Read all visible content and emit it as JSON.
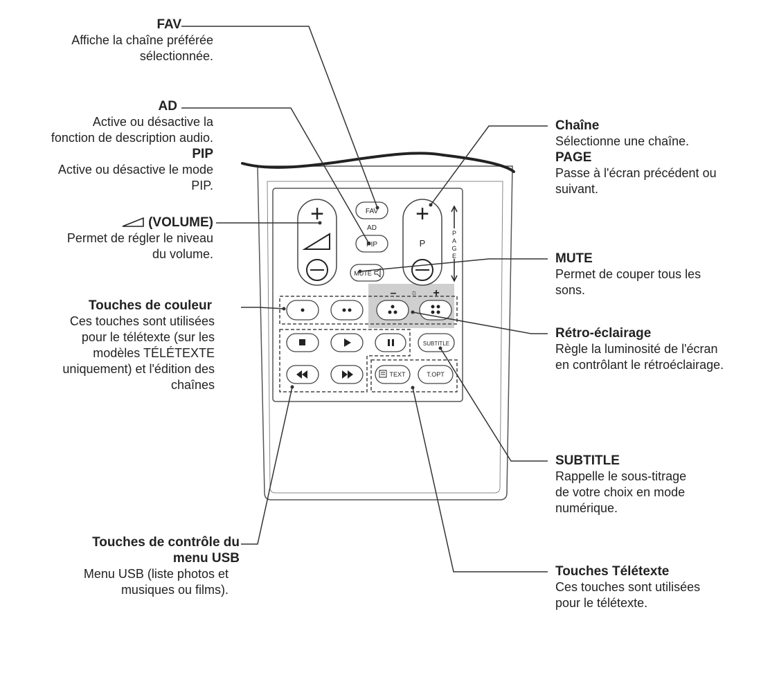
{
  "labels": {
    "fav": {
      "title": "FAV",
      "desc": "Affiche la chaîne préférée\nsélectionnée."
    },
    "ad": {
      "title": "AD",
      "desc": "Active ou désactive la\nfonction de description audio."
    },
    "pip": {
      "title": "PIP",
      "desc": "Active ou désactive le mode\nPIP."
    },
    "volume": {
      "title": "(VOLUME)",
      "desc": "Permet de régler le niveau\ndu volume."
    },
    "color_keys": {
      "title": "Touches de couleur",
      "desc": "Ces touches sont utilisées\npour le télétexte (sur les\nmodèles TÉLÉTEXTE\nuniquement) et l'édition des\nchaînes"
    },
    "usb_keys": {
      "title": "Touches de contrôle du\nmenu USB",
      "desc": "Menu USB (liste photos et\nmusiques ou films)."
    },
    "channel": {
      "title": "Chaîne",
      "desc": "Sélectionne une chaîne."
    },
    "page": {
      "title": "PAGE",
      "desc": "Passe à l'écran précédent ou\nsuivant."
    },
    "mute": {
      "title": "MUTE",
      "desc": "Permet de couper tous les\nsons."
    },
    "backlight": {
      "title": "Rétro-éclairage",
      "desc": "Règle la luminosité de l'écran\nen contrôlant le rétroéclairage."
    },
    "subtitle": {
      "title": "SUBTITLE",
      "desc": "Rappelle le sous-titrage\nde votre choix en mode\nnumérique."
    },
    "teletext_keys": {
      "title": "Touches Télétexte",
      "desc": "Ces touches sont utilisées\npour le télétexte."
    }
  },
  "remote": {
    "fav_btn": "FAV",
    "ad_label": "AD",
    "pip_btn": "PIP",
    "mute_btn": "MUTE",
    "p_label": "P",
    "page_letters": [
      "P",
      "A",
      "G",
      "E"
    ],
    "subtitle_btn": "SUBTITLE",
    "text_btn": "TEXT",
    "topt_btn": "T.OPT",
    "minus_sign": "–",
    "plus_sign": "+"
  }
}
